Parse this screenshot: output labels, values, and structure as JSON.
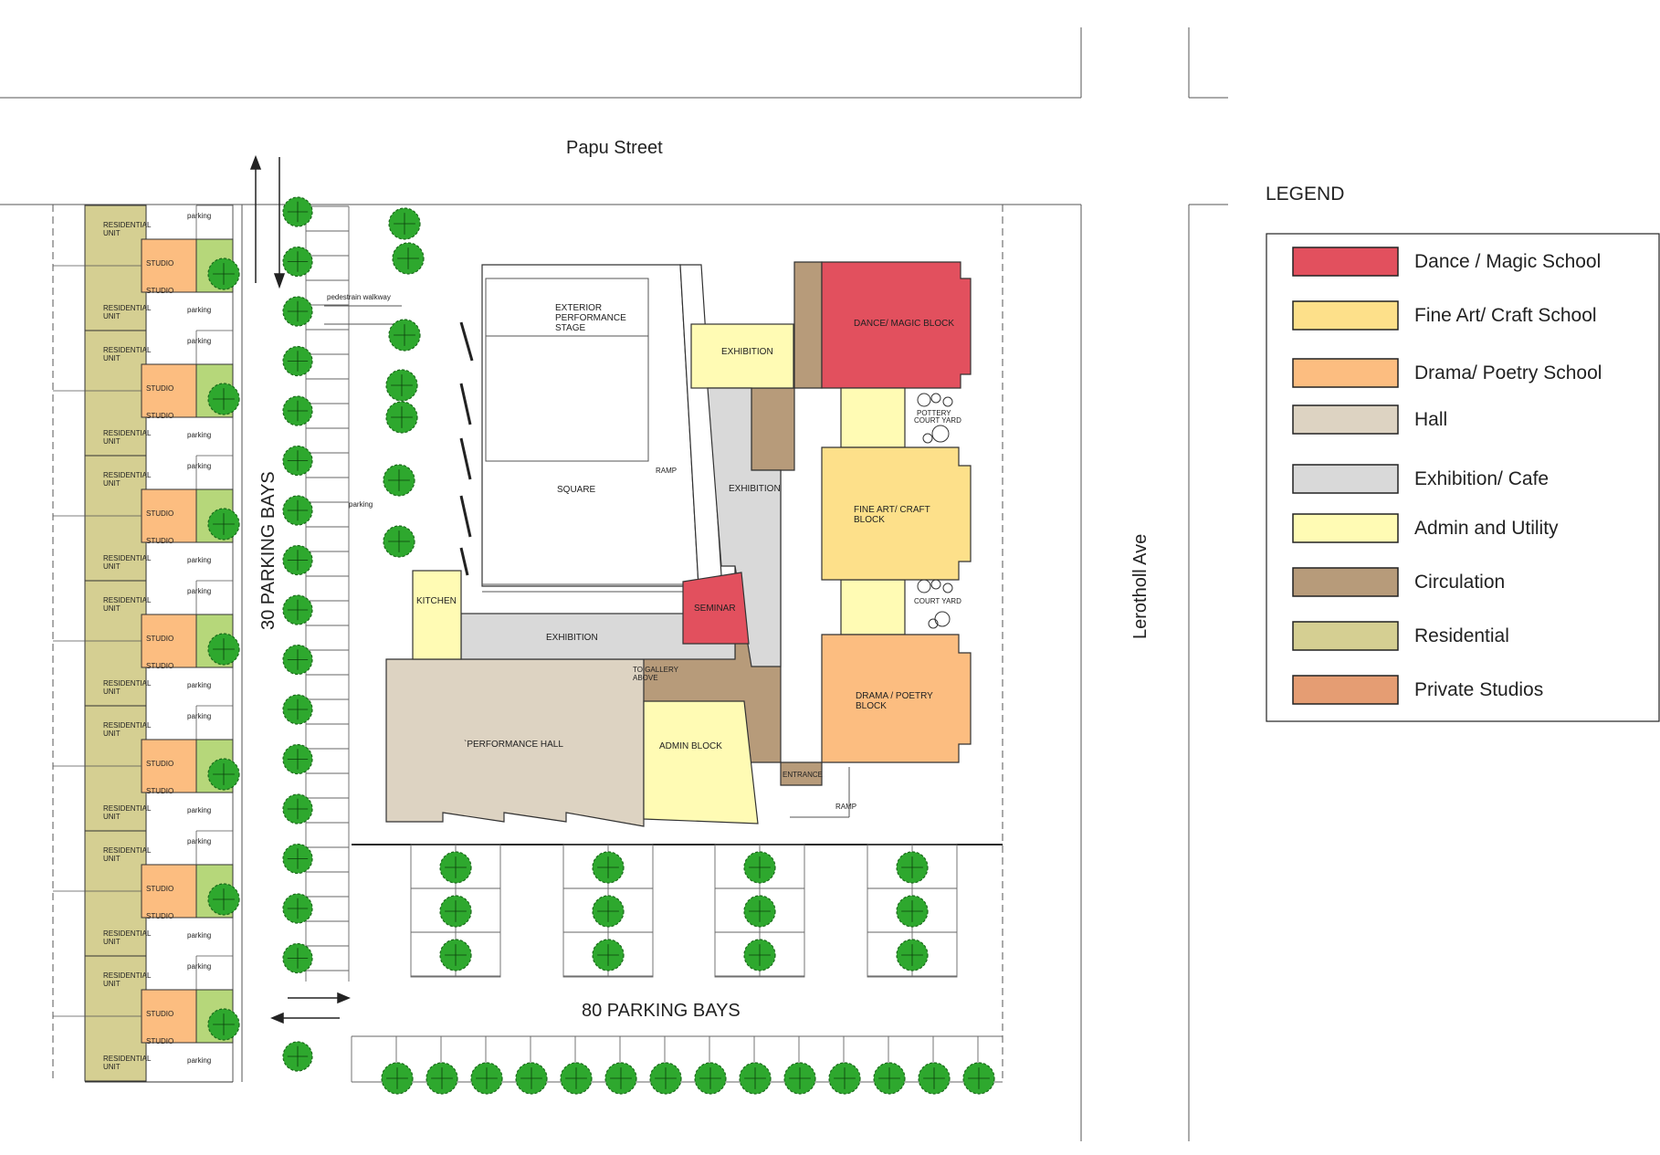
{
  "colors": {
    "dance": "#e2505e",
    "fine_art": "#fde08a",
    "drama": "#fcbd80",
    "hall": "#ddd3c2",
    "exhibition": "#d9d9d9",
    "admin": "#fffbb4",
    "circulation": "#b79b7a",
    "residential": "#d5cf92",
    "studio": "#e59d73",
    "tree": "#2ea82e",
    "tree_yard": "#b6d77a"
  },
  "streets": {
    "north": "Papu Street",
    "east": "Lerotholl Ave",
    "west_bays": "30 PARKING BAYS",
    "south_bays": "80 PARKING BAYS"
  },
  "blocks": {
    "dance": "DANCE/ MAGIC BLOCK",
    "exhibition_top": "EXHIBITION",
    "exhibition_mid": "EXHIBITION",
    "exhibition_low": "EXHIBITION",
    "fine_art_1": "FINE ART/ CRAFT",
    "fine_art_2": "BLOCK",
    "drama_1": "DRAMA / POETRY",
    "drama_2": "BLOCK",
    "seminar": "SEMINAR",
    "kitchen": "KITCHEN",
    "performance_hall": "`PERFORMANCE HALL",
    "admin": "ADMIN BLOCK",
    "stage_1": "EXTERIOR",
    "stage_2": "PERFORMANCE",
    "stage_3": "STAGE",
    "square": "SQUARE",
    "pottery_1": "POTTERY",
    "pottery_2": "COURT YARD",
    "court_yard": "COURT YARD",
    "to_gallery_1": "TO GALLERY",
    "to_gallery_2": "ABOVE",
    "entrance": "ENTRANCE",
    "ramp": "RAMP",
    "ramp_square": "RAMP",
    "pedestrian": "pedestrain walkway",
    "parking": "parking"
  },
  "residential": {
    "unit_1": "RESIDENTIAL",
    "unit_2": "UNIT",
    "studio": "STUDIO",
    "parking": "parking"
  },
  "legend": {
    "title": "LEGEND",
    "items": [
      {
        "label": "Dance / Magic School",
        "key": "dance"
      },
      {
        "label": "Fine Art/ Craft School",
        "key": "fine_art"
      },
      {
        "label": "Drama/ Poetry School",
        "key": "drama"
      },
      {
        "label": "Hall",
        "key": "hall"
      },
      {
        "label": "Exhibition/ Cafe",
        "key": "exhibition"
      },
      {
        "label": "Admin and Utility",
        "key": "admin"
      },
      {
        "label": "Circulation",
        "key": "circulation"
      },
      {
        "label": "Residential",
        "key": "residential"
      },
      {
        "label": "Private Studios",
        "key": "studio"
      }
    ]
  }
}
